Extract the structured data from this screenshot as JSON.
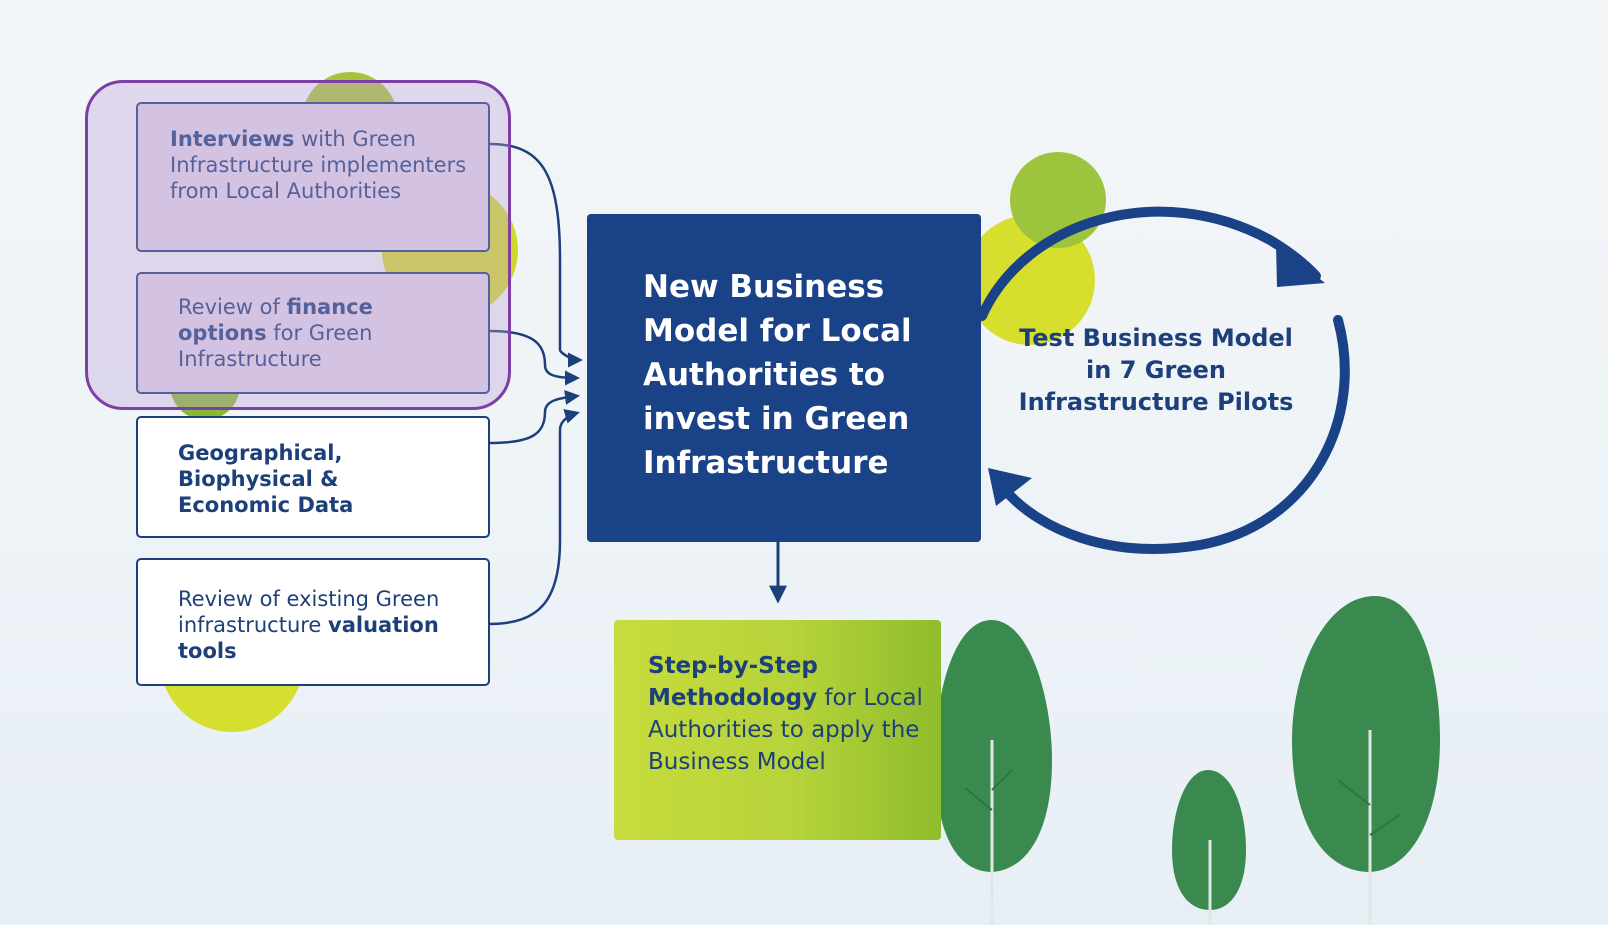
{
  "diagram": {
    "inputs": [
      {
        "bold_1": "Interviews",
        "text_1": " with Green Infrastructure implementers from Local Authorities"
      },
      {
        "text_1": "Review of ",
        "bold_1": "finance options",
        "text_2": " for Green Infrastructure"
      },
      {
        "bold_1": "Geographical, Biophysical & Economic Data"
      },
      {
        "text_1": "Review of existing Green infrastructure ",
        "bold_1": "valuation tools"
      }
    ],
    "central_box": "New Business Model for Local Authorities to invest in Green Infrastructure",
    "cycle_label": "Test Business Model in 7 Green Infrastructure Pilots",
    "output_box": {
      "bold": "Step-by-Step Methodology",
      "text": " for Local Authorities to apply the Business Model"
    },
    "colors": {
      "navy": "#1a4286",
      "box_border": "#1d3f7a",
      "highlight": "#7d3fa6",
      "lime": "#c8dc3d",
      "tree_green": "#3a8a50"
    }
  }
}
